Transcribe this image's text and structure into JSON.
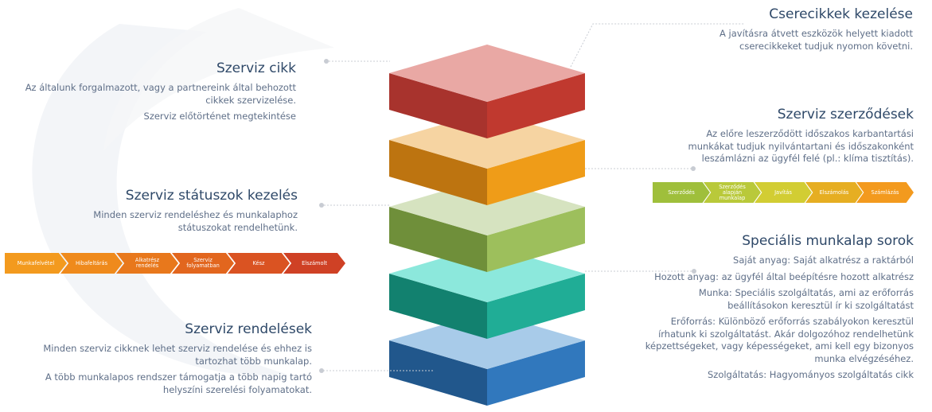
{
  "colors": {
    "layer1": [
      "#e9a8a4",
      "#a8332d",
      "#c0392f"
    ],
    "layer2": [
      "#f6d4a2",
      "#bd7410",
      "#ef9c18"
    ],
    "layer3": [
      "#d6e3c0",
      "#6f8f3a",
      "#9dbf5c"
    ],
    "layer4": [
      "#8ce8dc",
      "#12816f",
      "#20ad96"
    ],
    "layer5": [
      "#a8cbe9",
      "#21578c",
      "#3178bd"
    ],
    "title": "#2e4868",
    "text": "#5f6f88"
  },
  "callouts": {
    "serviz_cikk": {
      "title": "Szerviz cikk",
      "lines": [
        "Az általunk forgalmazott, vagy a partnereink által behozott cikkek szervizelése.",
        "Szerviz előtörténet megtekintése"
      ]
    },
    "status": {
      "title": "Szerviz státuszok kezelés",
      "lines": [
        "Minden szerviz rendeléshez és munkalaphoz státuszokat rendelhetünk."
      ]
    },
    "rendelesek": {
      "title": "Szerviz rendelések",
      "lines": [
        "Minden szerviz cikknek lehet szerviz rendelése és ehhez is tartozhat több munkalap.",
        "A több munkalapos rendszer támogatja a több napig tartó helyszíni szerelési folyamatokat."
      ]
    },
    "cserecikk": {
      "title": "Cserecikkek kezelése",
      "lines": [
        "A javításra átvett eszközök helyett kiadott cserecikkeket tudjuk nyomon követni."
      ]
    },
    "szerzodes": {
      "title": "Szerviz szerződések",
      "lines": [
        "Az előre leszerződött időszakos karbantartási munkákat tudjuk nyilvántartani és időszakonként leszámlázni az ügyfél felé (pl.: klíma tisztítás)."
      ]
    },
    "specialis": {
      "title": "Speciális munkalap sorok",
      "lines": [
        "Saját anyag: Saját alkatrész a raktárból",
        "Hozott anyag: az ügyfél által beépítésre hozott alkatrész",
        "Munka: Speciális szolgáltatás, ami az erőforrás beállításokon keresztül ír ki szolgáltatást",
        "Erőforrás: Különböző erőforrás szabályokon keresztül írhatunk ki szolgáltatást. Akár dolgozóhoz rendelhetünk képzettségeket, vagy képességeket, ami kell egy bizonyos munka elvégzéséhez.",
        "Szolgáltatás: Hagyományos szolgáltatás cikk"
      ]
    }
  },
  "flow_left": {
    "steps": [
      {
        "label": "Munkafelvétel",
        "color": "#f39a1e"
      },
      {
        "label": "Hibafeltárás",
        "color": "#ef8a1c"
      },
      {
        "label": "Alkatrész rendelés",
        "color": "#e8781c"
      },
      {
        "label": "Szerviz folyamatban",
        "color": "#e2661e"
      },
      {
        "label": "Kész",
        "color": "#da5322"
      },
      {
        "label": "Elszámolt",
        "color": "#cf4125"
      }
    ]
  },
  "flow_right": {
    "steps": [
      {
        "label": "Szerződés",
        "color": "#9fbf3b"
      },
      {
        "label": "Szerződés alapján munkalap",
        "color": "#b9c93a"
      },
      {
        "label": "Javítás",
        "color": "#d2cd33"
      },
      {
        "label": "Elszámolás",
        "color": "#e6ae22"
      },
      {
        "label": "Számlázás",
        "color": "#f39a1e"
      }
    ]
  }
}
